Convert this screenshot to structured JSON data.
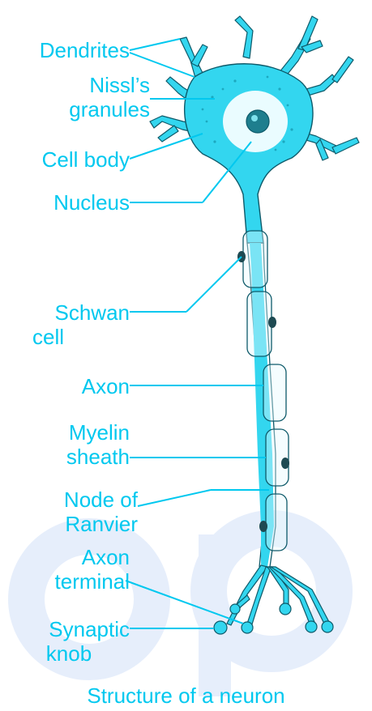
{
  "diagram": {
    "caption": "Structure of a neuron",
    "labels": {
      "dendrites": "Dendrites",
      "nissl_line1": "Nissl’s",
      "nissl_line2": "granules",
      "cell_body": "Cell body",
      "nucleus": "Nucleus",
      "schwan_line1": "Schwan",
      "schwan_line2": "cell",
      "axon": "Axon",
      "myelin_line1": "Myelin",
      "myelin_line2": "sheath",
      "node_line1": "Node of",
      "node_line2": "Ranvier",
      "axon_terminal_line1": "Axon",
      "axon_terminal_line2": "terminal",
      "synaptic_line1": "Synaptic",
      "synaptic_line2": "knob"
    }
  },
  "colors": {
    "cell": "#33d6ef",
    "outline": "#0e5a6a",
    "label": "#00c8ef",
    "watermark": "#e3ebfb"
  }
}
